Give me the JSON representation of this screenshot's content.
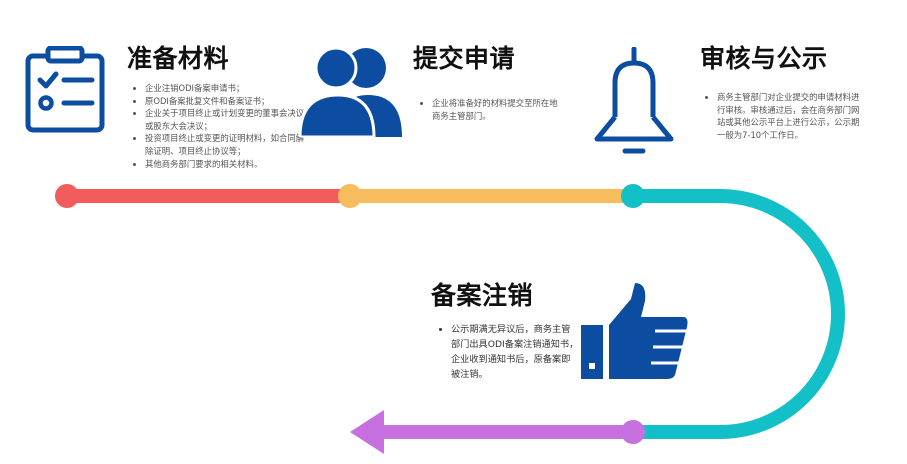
{
  "colors": {
    "blue": "#0c4da2",
    "red": "#f25c5c",
    "yellow": "#f7bc5c",
    "teal": "#14c0c8",
    "purple": "#c770e0"
  },
  "steps": [
    {
      "title": "准备材料",
      "icon": "clipboard-checklist-icon",
      "items": [
        "企业注销ODI备案申请书；",
        "原ODI备案批复文件和备案证书；",
        "企业关于项目终止或计划变更的董事会决议或股东大会决议；",
        "投资项目终止或变更的证明材料，如合同解除证明、项目终止协议等；",
        "其他商务部门要求的相关材料。"
      ]
    },
    {
      "title": "提交申请",
      "icon": "people-group-icon",
      "items": [
        "企业将准备好的材料提交至所在地商务主管部门。"
      ]
    },
    {
      "title": "审核与公示",
      "icon": "bell-icon",
      "items": [
        "商务主管部门对企业提交的申请材料进行审核。审核通过后，会在商务部门网站或其他公示平台上进行公示，公示期一般为7-10个工作日。"
      ]
    },
    {
      "title": "备案注销",
      "icon": "thumbs-up-icon",
      "items": [
        "公示期满无异议后，商务主管部门出具ODI备案注销通知书，企业收到通知书后，原备案即被注销。"
      ]
    }
  ]
}
